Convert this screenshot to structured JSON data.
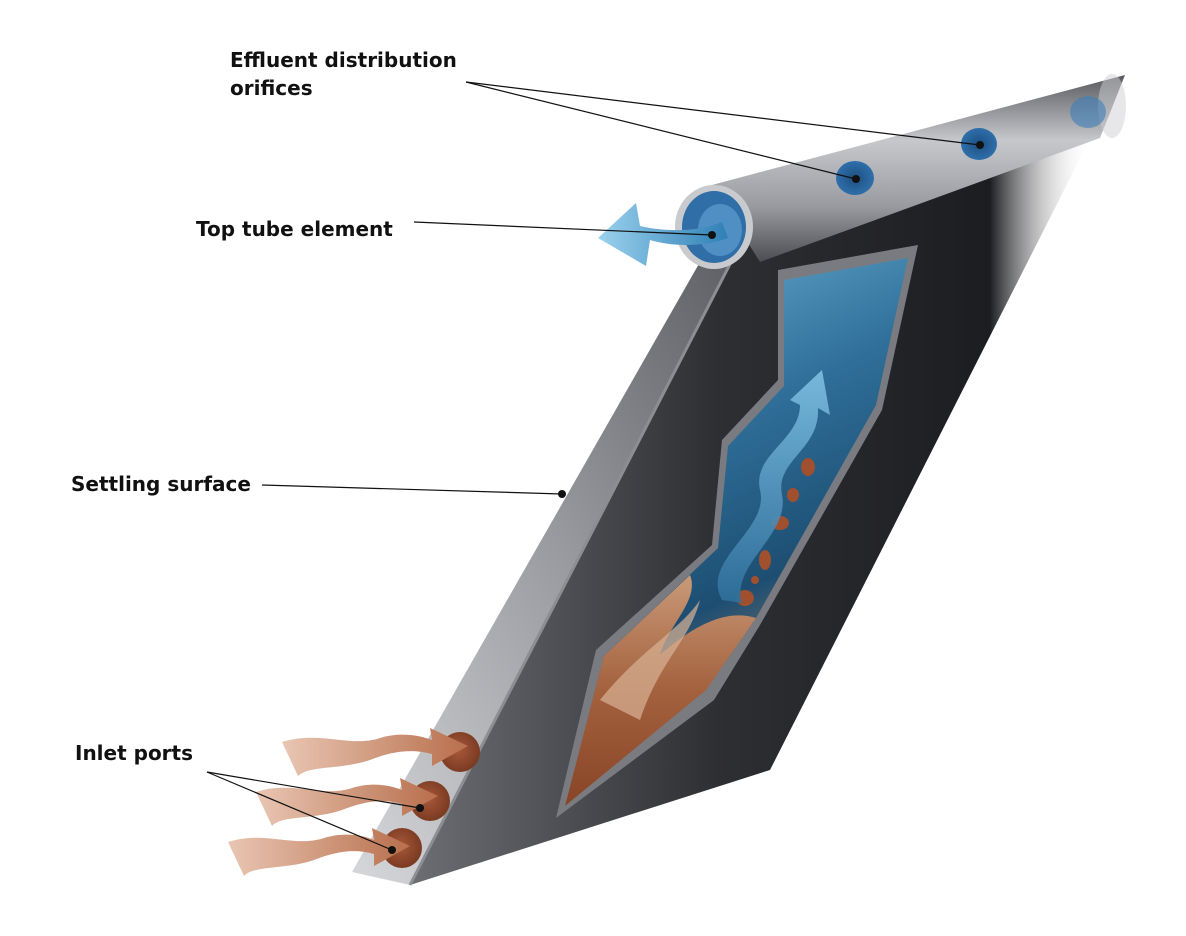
{
  "labels": {
    "effluent_line1": "Effluent distribution",
    "effluent_line2": "orifices",
    "top_tube": "Top tube element",
    "settling_surface": "Settling surface",
    "inlet_ports": "Inlet ports"
  },
  "colors": {
    "frame_light": "#b8b9bd",
    "frame_dark": "#1e1f22",
    "water_blue": "#3d86b3",
    "sediment_brown": "#8b4a2c",
    "inflow_arrow": "#c99072",
    "outflow_arrow": "#4d9fd0"
  }
}
